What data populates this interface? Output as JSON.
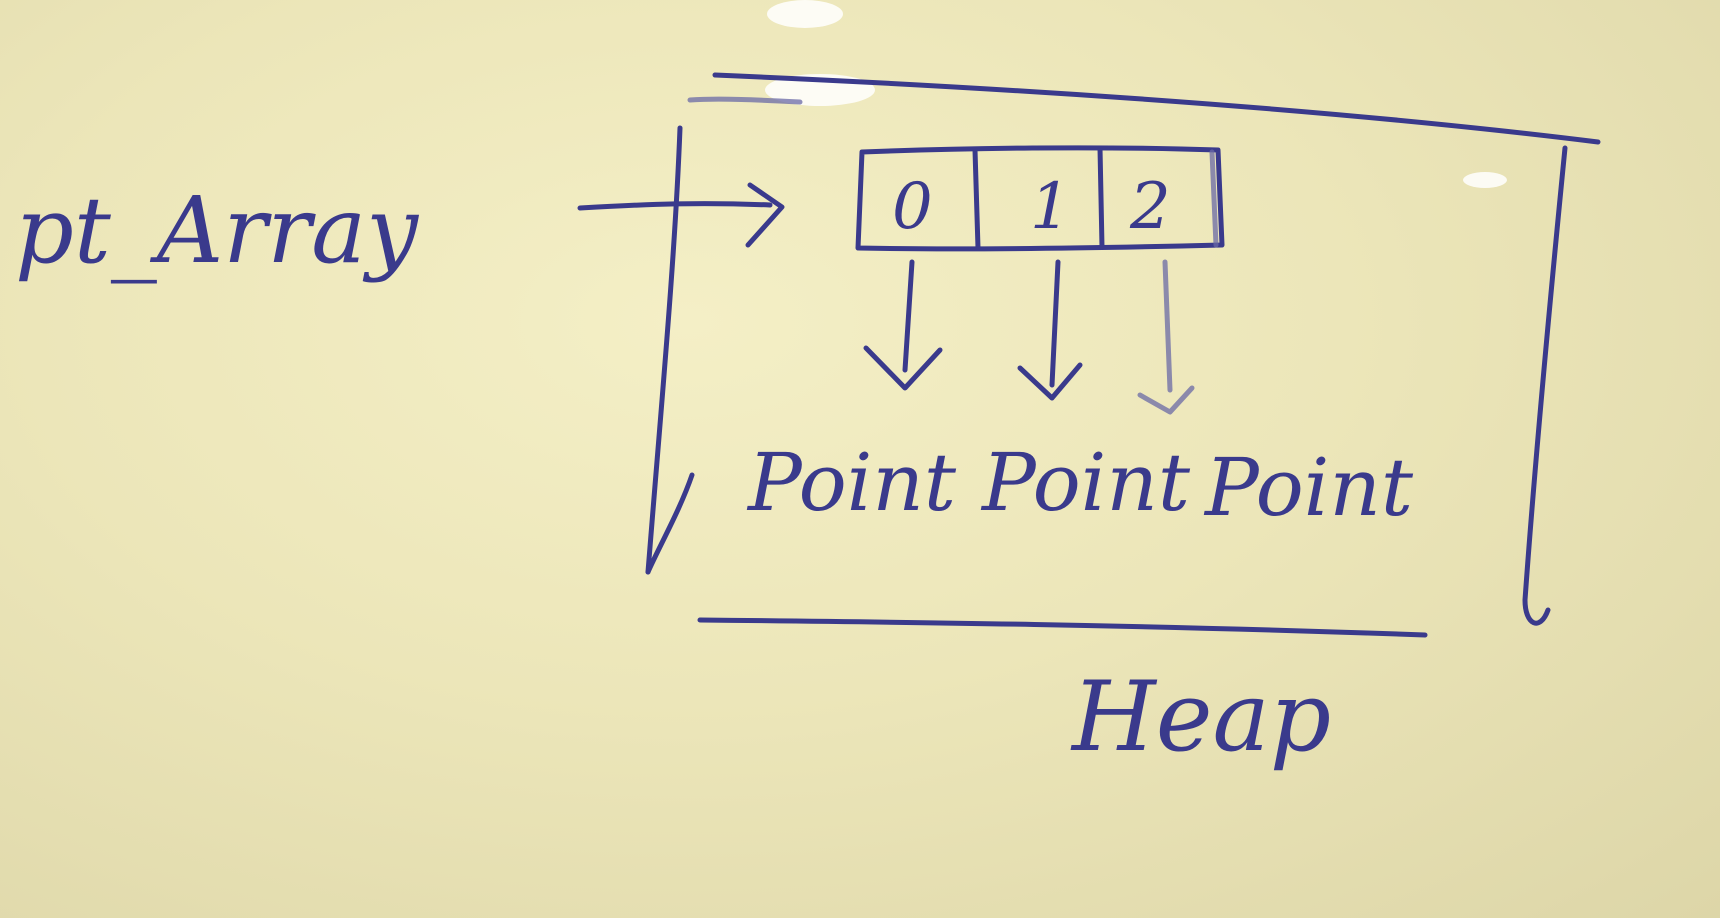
{
  "pointer_label": "pt_Array",
  "array": {
    "indices": [
      "0",
      "1",
      "2"
    ]
  },
  "objects": [
    "Point",
    "Point",
    "Point"
  ],
  "region_label": "Heap",
  "ink_color": "#3a3a8c",
  "paper_color": "#ece6b9"
}
